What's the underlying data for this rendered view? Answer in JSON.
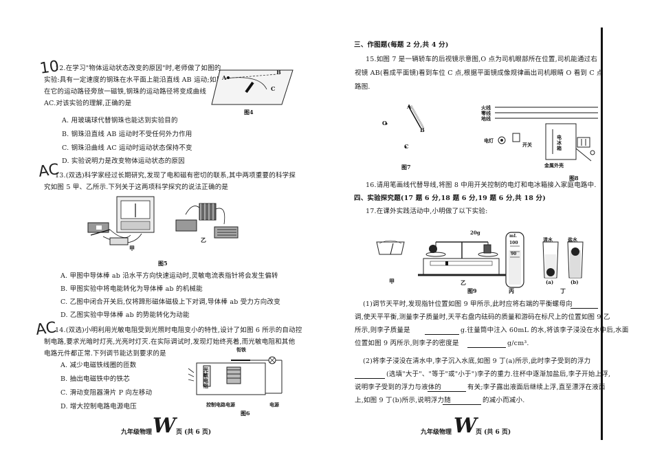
{
  "left": {
    "hand_q12": "10",
    "hand_q13": "AC",
    "hand_q14": "AC",
    "q12": {
      "lines": [
        "12.在学习\"物体运动状态改变的原因\"时,老师做了如图的",
        "实验:具有一定速度的钢珠在水平面上能沿直线 AB 运动;如果",
        "在它的运动路径旁放一磁铁,钢珠的运动路径将变成曲线",
        "AC.对该实验的理解,正确的是"
      ],
      "options": [
        "A. 用玻璃球代替钢珠也能达到实验目的",
        "B. 钢珠沿直线 AB 运动时不受任何外力作用",
        "C. 钢珠沿曲线 AC 运动时运动状态保持不变",
        "D. 实验说明力是改变物体运动状态的原因"
      ],
      "fig_caption": "图4",
      "fig_labels": [
        "A",
        "B",
        "C"
      ]
    },
    "q13": {
      "lines": [
        "13.(双选)科学家经过长期研究,发现了电和磁有密切的联系,其中两项重要的科学探",
        "究如图 5 甲、乙所示.下列关于这两项科学探究的说法正确的是"
      ],
      "fig_labels": [
        "甲",
        "乙"
      ],
      "fig_caption": "图5",
      "options": [
        "A. 甲图中导体棒 ab 沿水平方向快速运动时,灵敏电流表指针将会发生偏转",
        "B. 甲图实验中将电能转化为导体棒 ab 的机械能",
        "C. 乙图中闭合开关后,仅将蹄形磁体磁极上下对调,导体棒 ab 受力方向改变",
        "D. 乙图实验中导体棒 ab 的势能转化为动能"
      ]
    },
    "q14": {
      "lines": [
        "14.(双选)小明利用光敏电阻受到光照时电阻变小的特性,设计了如图 6 所示的自动控",
        "制电路,要求光暗时灯亮,光亮时灯灭.在实际调试时,发现灯始终亮着,而光敏电阻和其他",
        "电路元件都正常.下列调节能达到要求的是"
      ],
      "options": [
        "A. 减少电磁铁线圈的匝数",
        "B. 抽出电磁铁中的铁芯",
        "C. 滑动变阻器滑片 P 向左移动",
        "D. 增大控制电路电源电压"
      ],
      "fig_labels": [
        "衔铁",
        "光敏电阻",
        "控制电路电源",
        "电源"
      ],
      "fig_caption": "图6"
    },
    "footer_subject": "九年级物理",
    "footer_pages": "页 (共 6 页)",
    "logo": "W"
  },
  "right": {
    "section3": "三、作图题(每题 2 分,共 4 分)",
    "q15": {
      "lines": [
        "15.如图 7 是一辆轿车的后视镜示意图,O 点为司机眼部所在位置,司机能通过右",
        "视镜 AB(看成平面镜)看到车位 C 点,根据平面镜成像规律画出司机眼睛 O 看到 C 点",
        "路图."
      ],
      "fig_labels": [
        "A",
        "B",
        "O",
        "C"
      ],
      "fig_caption": "图7"
    },
    "fig8": {
      "labels": [
        "火线",
        "零线",
        "地线",
        "电灯",
        "开关",
        "电冰箱",
        "金属外壳"
      ],
      "caption": "图8"
    },
    "q16": "16.请用笔画线代替导线,将图 8 中用开关控制的电灯和电冰箱接入家庭电路中.",
    "section4": "四、实验探究题(17 题 6 分,18 题 6 分,19 题 6 分,共 18 分)",
    "q17_intro": "17.在课外实践活动中,小明做了以下实验:",
    "fig9": {
      "labels": [
        "甲",
        "乙",
        "丙",
        "丁",
        "清水",
        "盐水",
        "(a)",
        "(b)",
        "20g",
        "mL",
        "100",
        "90"
      ],
      "caption": "图9"
    },
    "q17_p1": [
      "(1)调节天平时,发现指针位置如图 9 甲所示,此时应将右端的平衡螺母向",
      "调,使天平平衡,测量李子质量时,天平右盘内砝码的质量和游码在标尺上的位置如图 9 乙",
      "所示,则李子质量是",
      "g.往量筒中注入 60mL 的水,将该李子浸没在水中后,水面",
      "位置如图 9 丙所示,则李子的密度是",
      "g/cm³."
    ],
    "q17_p2": [
      "(2)将李子浸没在清水中,李子沉入水底,如图 9 丁(a)所示,此时李子受到的浮力",
      "(选填\"大于\"、\"等于\"或\"小于\")李子的重力.往杯中逐渐加盐后,李子开始上浮,",
      "说明李子受到的浮力与液体的",
      "有关;李子露出液面后继续上浮,直至漂浮在液面",
      "上,如图 9 丁(b)所示,说明浮力随",
      "的减小而减小."
    ],
    "footer_subject": "九年级物理",
    "footer_pages": "页 (共 6 页)",
    "logo": "W"
  }
}
